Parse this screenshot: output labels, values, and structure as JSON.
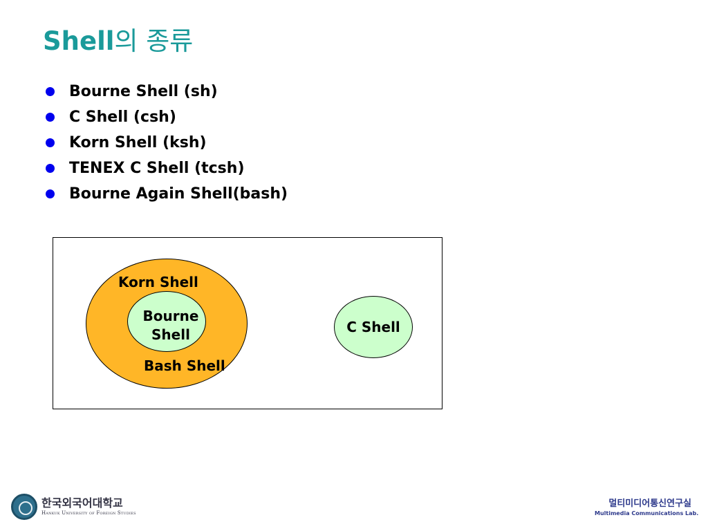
{
  "slide": {
    "title_main": "Shell",
    "title_suffix": "의 종류",
    "bullets": [
      "Bourne Shell (sh)",
      "C Shell (csh)",
      "Korn Shell (ksh)",
      "TENEX C Shell (tcsh)",
      "Bourne Again Shell(bash)"
    ]
  },
  "diagram": {
    "outer_label": "Korn Shell",
    "inner_label_line1": "Bourne",
    "inner_label_line2": "Shell",
    "bash_label": "Bash Shell",
    "c_shell_label": "C Shell"
  },
  "footer": {
    "university_kr": "한국외국어대학교",
    "university_en": "Hankuk University of Foreign Studies",
    "lab_kr": "멀티미디어통신연구실",
    "lab_en": "Multimedia Communications Lab."
  },
  "colors": {
    "title": "#1a9a9a",
    "bullet": "#0000ee",
    "korn_fill": "#ffb627",
    "shell_fill": "#ccffcc"
  }
}
